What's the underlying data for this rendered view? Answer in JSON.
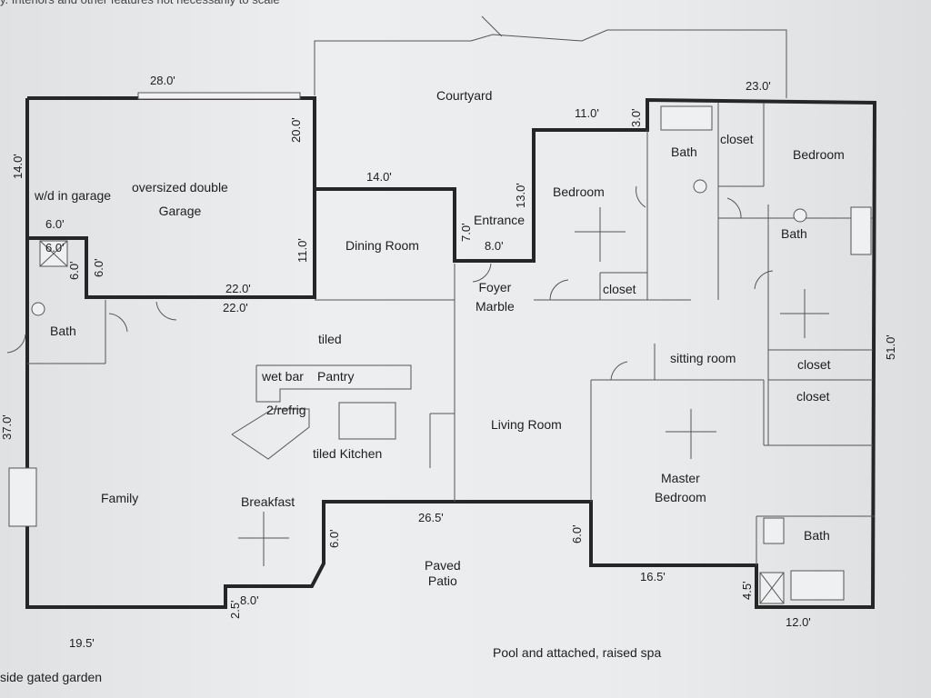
{
  "header_note": "y. Interiors and other features not necessarily to scale",
  "rooms": {
    "courtyard": "Courtyard",
    "wd_garage": "w/d in garage",
    "garage": "oversized double\nGarage",
    "dining": "Dining Room",
    "entrance": "Entrance",
    "bedroom_front": "Bedroom",
    "bath_front": "Bath",
    "closet_top": "closet",
    "bedroom_right": "Bedroom",
    "bath_right": "Bath",
    "foyer": "Foyer\nMarble",
    "closet_bedroom": "closet",
    "bath_left": "Bath",
    "tiled": "tiled",
    "wet_bar": "wet bar",
    "pantry": "Pantry",
    "refrig": "2/refrig",
    "sitting": "sitting room",
    "closet_mid": "closet",
    "closet_master": "closet",
    "living": "Living Room",
    "kitchen": "tiled Kitchen",
    "family": "Family",
    "breakfast": "Breakfast",
    "master": "Master\nBedroom",
    "bath_master": "Bath",
    "patio": "Paved\nPatio",
    "pool": "Pool and attached, raised spa",
    "garden": "side gated garden"
  },
  "dimensions": {
    "garage_width": "28.0'",
    "garage_depth": "20.0'",
    "left_top": "14.0'",
    "dining_width": "14.0'",
    "entrance_depth": "13.0'",
    "bedroom_width": "11.0'",
    "bath_jog": "3.0'",
    "right_width": "23.0'",
    "garage_side": "11.0'",
    "entrance_jog": "7.0'",
    "entrance_width": "8.0'",
    "closet_width": "6.0'",
    "closet_inner": "6.0'",
    "closet_depth_a": "6.0'",
    "closet_depth_b": "6.0'",
    "garage_bottom_a": "22.0'",
    "garage_bottom_b": "22.0'",
    "right_depth": "51.0'",
    "left_depth": "37.0'",
    "patio_width": "26.5'",
    "patio_left": "6.0'",
    "patio_right": "6.0'",
    "master_width": "16.5'",
    "bath_jog_bottom": "4.5'",
    "bath_width": "12.0'",
    "breakfast_jog": "2.5'",
    "breakfast_width": "8.0'",
    "family_width": "19.5'"
  }
}
